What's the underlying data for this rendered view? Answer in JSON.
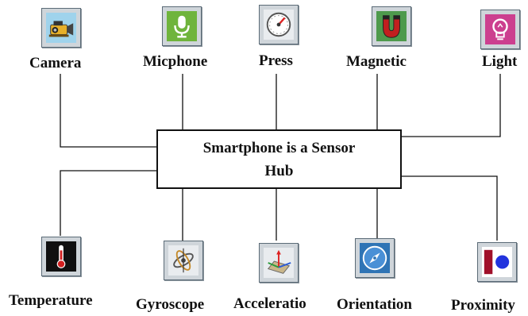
{
  "hub": {
    "line1": "Smartphone is a Sensor",
    "line2": "Hub"
  },
  "sensors": [
    {
      "id": "camera",
      "label": "Camera",
      "icon": "camera-icon"
    },
    {
      "id": "micphone",
      "label": "Micphone",
      "icon": "microphone-icon"
    },
    {
      "id": "press",
      "label": "Press",
      "icon": "pressure-gauge-icon"
    },
    {
      "id": "magnetic",
      "label": "Magnetic",
      "icon": "magnet-icon"
    },
    {
      "id": "light",
      "label": "Light",
      "icon": "light-bulb-icon"
    },
    {
      "id": "temperature",
      "label": "Temperature",
      "icon": "thermometer-icon"
    },
    {
      "id": "gyroscope",
      "label": "Gyroscope",
      "icon": "gyroscope-icon"
    },
    {
      "id": "acceleration",
      "label": "Acceleratio",
      "icon": "accelerometer-axes-icon"
    },
    {
      "id": "orientation",
      "label": "Orientation",
      "icon": "compass-icon"
    },
    {
      "id": "proximity",
      "label": "Proximity",
      "icon": "proximity-icon"
    }
  ],
  "colors": {
    "line": "#111111",
    "icon_frame": "#cfd5da",
    "microphone_bg": "#6fb43c",
    "magnet_bg": "#4e9a4c",
    "light_bg": "#cc3f8f",
    "proximity_red": "#a0102a",
    "proximity_blue": "#2233dd"
  }
}
